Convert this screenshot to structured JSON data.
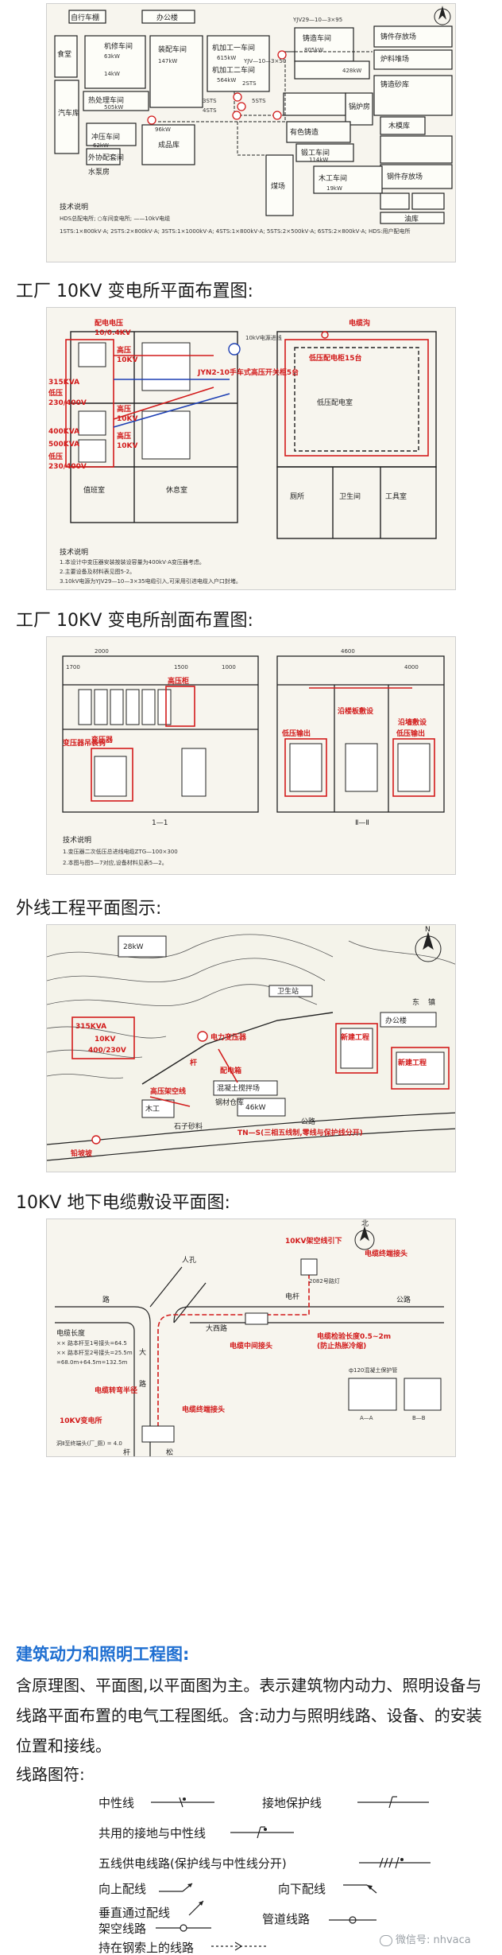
{
  "headings": {
    "h1": "工厂 10KV 变电所平面布置图:",
    "h2": "工厂 10KV 变电所剖面布置图:",
    "h3": "外线工程平面图示:",
    "h4": "10KV 地下电缆敷设平面图:"
  },
  "fig1": {
    "rooms": [
      "自行车棚",
      "办公楼",
      "食堂",
      "机修车间",
      "装配车间",
      "机加工一车间",
      "机加工二车间",
      "热处理车间",
      "冲压车间",
      "汽车库",
      "外协配套间",
      "成品库",
      "水泵房",
      "铸造车间",
      "铸件存放场",
      "炉料堆场",
      "铸造砂库",
      "木模库",
      "锅炉房",
      "木工车间",
      "煤场",
      "锻工车间",
      "有色铸造",
      "钢件存放场",
      "油库"
    ],
    "loads": [
      "63kW",
      "14kW",
      "147kW",
      "615kW",
      "564kW",
      "505kW",
      "805kW",
      "428kW",
      "19kW",
      "114kW",
      "62kW",
      "96kW"
    ],
    "cables": [
      "YJV29—10—3×95",
      "YJV—10—3×50",
      "2STS",
      "3STS",
      "4STS",
      "5STS"
    ],
    "notes_title": "技术说明",
    "legend": "HDS总配电所; ○车间变电所; ——10kV电缆",
    "substations": "1STS:1×800kV·A; 2STS:2×800kV·A; 3STS:1×1000kV·A; 4STS:1×800kV·A; 5STS:2×500kV·A; 6STS:2×800kV·A; HDS:用户配电所"
  },
  "fig2": {
    "annotations": [
      "配电电压",
      "10/0.4KV",
      "高压",
      "10KV",
      "315KVA",
      "低压",
      "230/400V",
      "高压",
      "10KV",
      "400KVA",
      "高压",
      "10KV",
      "500KVA",
      "低压",
      "230/400V",
      "电缆沟",
      "低压配电柜15台",
      "JYN2-10手车式高压开关柜5台",
      "低压配电室"
    ],
    "rooms": [
      "值班室",
      "休息室",
      "厕所",
      "卫生间",
      "10kV电源进线",
      "低压配电室",
      "工具室"
    ],
    "notes_title": "技术说明",
    "notes": [
      "1.本设计中变压器安装按装设容量为400kV·A变压器考虑。",
      "2.主要设备及材料表见图5-2。",
      "3.10kV电源为YJV29—10—3×35电缆引入,可采用引进电缆入户口封堵。"
    ]
  },
  "fig3": {
    "annotations": [
      "变压器",
      "高压柜",
      "变压器吊装钩",
      "沿墙敷设",
      "沿楼板敷设",
      "低压输出",
      "低压输出"
    ],
    "sections": [
      "1—1",
      "Ⅱ—Ⅱ"
    ],
    "dims": [
      "2000",
      "1700",
      "1500",
      "1000",
      "4600",
      "4000"
    ],
    "notes_title": "技术说明",
    "notes": [
      "1.变压器二次低压总进线电缆ZTG—100×300",
      "2.本图与图5—7对应,设备材料见表5—2。"
    ]
  },
  "fig4": {
    "annotations": [
      "315KVA",
      "10KV",
      "400/230V",
      "电力变压器",
      "高压架空线",
      "杆",
      "配电箱",
      "新建工程",
      "新建工程",
      "TN—S(三相五线制,零线与保护线分开)",
      "铅坡坡"
    ],
    "labels": [
      "卫生站",
      "木工",
      "石子砂料",
      "混凝土搅拌场",
      "办公楼",
      "46kW",
      "28kW",
      "东",
      "镇",
      "N",
      "钢材仓库",
      "公路"
    ]
  },
  "fig5": {
    "annotations": [
      "电缆终端接头",
      "10KV架空线引下",
      "电缆检验长度0.5~2m",
      "(防止热胀冷缩)",
      "电缆中间接头",
      "电缆转弯半径",
      "10KV变电所",
      "电缆终端接头"
    ],
    "labels": [
      "路",
      "人孔",
      "公路",
      "电杆",
      "大",
      "路",
      "松",
      "杆",
      "2082号路灯",
      "大西路",
      "电缆长度",
      "×× 路本杆至1号接头=64.5",
      "×× 路本杆至2号接头=25.5m",
      "=68.0m+64.5m=132.5m",
      "ф120混凝土保护管",
      "A—A",
      "B—B",
      "洞Ⅱ至终端头(厂_厕) = 4.0",
      "北"
    ]
  },
  "section_title": "建筑动力和照明工程图:",
  "description": "含原理图、平面图,以平面图为主。表示建筑物内动力、照明设备与线路平面布置的电气工程图纸。含:动力与照明线路、设备、的安装位置和接线。",
  "symbols_title": "线路图符:",
  "symbols": [
    {
      "label": "中性线",
      "icon": "neutral-line-icon"
    },
    {
      "label": "接地保护线",
      "icon": "pe-line-icon"
    },
    {
      "label": "共用的接地与中性线",
      "icon": "pen-line-icon"
    },
    {
      "label": "五线供电线路(保护线与中性线分开)",
      "icon": "five-wire-line-icon"
    },
    {
      "label": "向上配线",
      "icon": "wiring-up-icon"
    },
    {
      "label": "向下配线",
      "icon": "wiring-down-icon"
    },
    {
      "label": "垂直通过配线",
      "icon": "wiring-through-icon"
    },
    {
      "label": "架空线路",
      "icon": "overhead-line-icon"
    },
    {
      "label": "管道线路",
      "icon": "conduit-line-icon"
    },
    {
      "label": "持在钢索上的线路",
      "icon": "cable-on-wire-icon"
    }
  ],
  "watermark": "微信号: nhvaca",
  "colors": {
    "accent_blue": "#1f6fd1",
    "annotation_red": "#d21b1b",
    "annotation_blue": "#1d3fb3"
  }
}
